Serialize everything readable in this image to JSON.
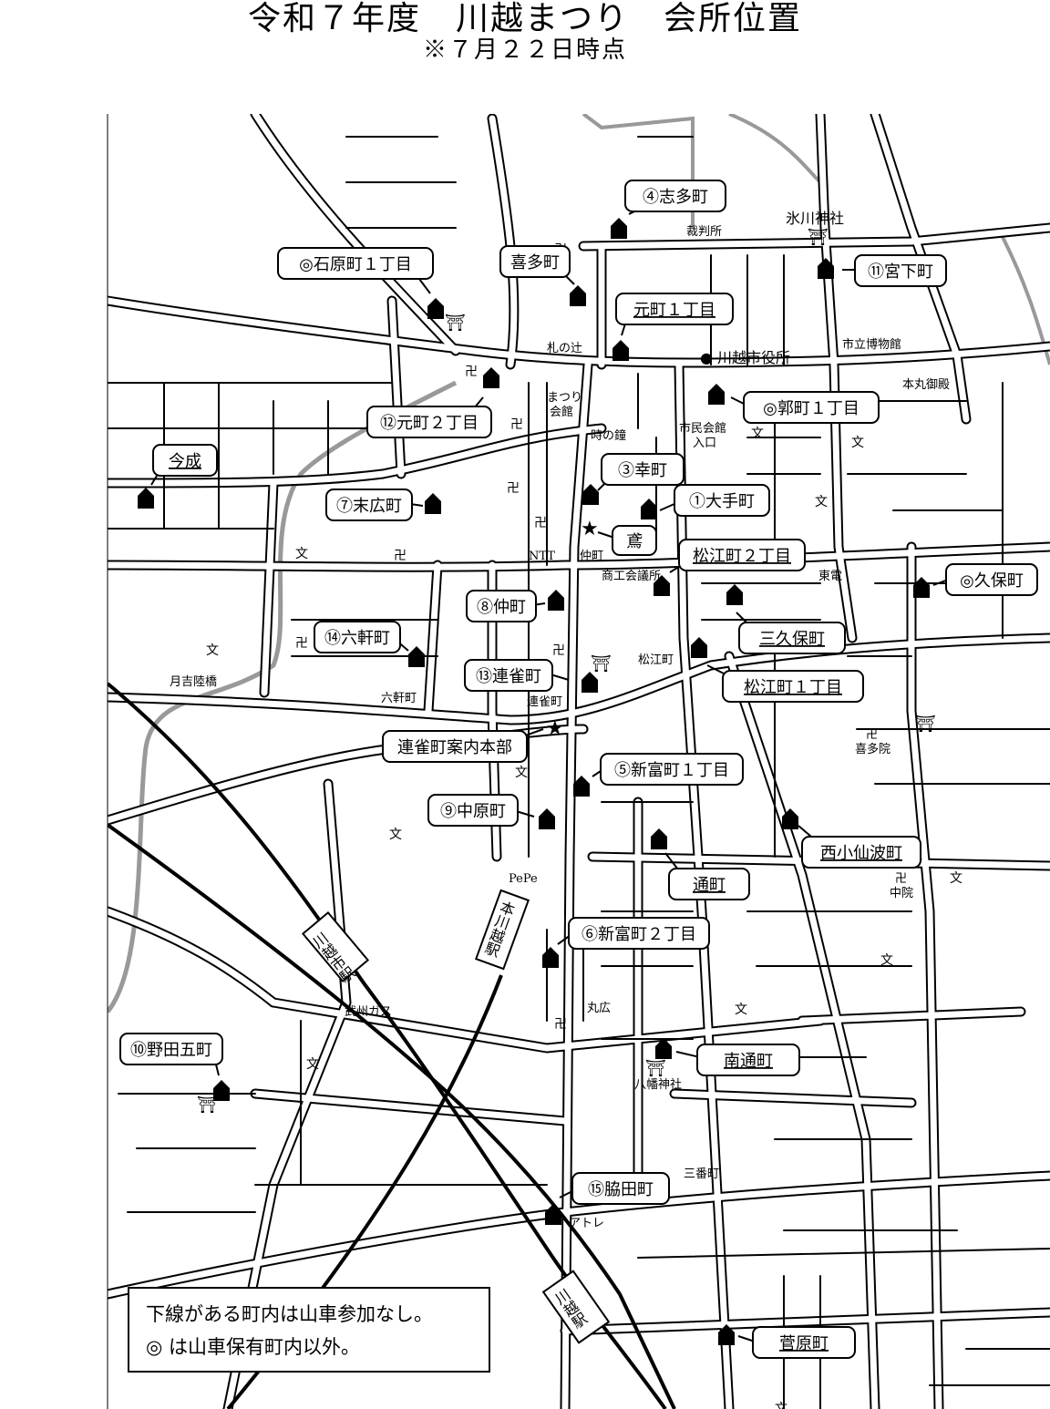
{
  "title": "令和７年度　川越まつり　会所位置",
  "subtitle": "※７月２２日時点",
  "legend": {
    "line1": "下線がある町内は山車参加なし。",
    "line2": "◎ は山車保有町内以外。"
  },
  "callouts": [
    {
      "id": "shita",
      "label": "④志多町",
      "underline": false
    },
    {
      "id": "kita",
      "label": "喜多町",
      "underline": false
    },
    {
      "id": "ishiwara",
      "label": "◎石原町１丁目",
      "underline": false
    },
    {
      "id": "motomachi1",
      "label": "元町１丁目",
      "underline": true
    },
    {
      "id": "miyashita",
      "label": "⑪宮下町",
      "underline": false
    },
    {
      "id": "kuruwa",
      "label": "◎郭町１丁目",
      "underline": false
    },
    {
      "id": "motomachi2",
      "label": "⑫元町２丁目",
      "underline": false
    },
    {
      "id": "imanari",
      "label": "今成",
      "underline": true
    },
    {
      "id": "saiwai",
      "label": "③幸町",
      "underline": false
    },
    {
      "id": "suehiro",
      "label": "⑦末広町",
      "underline": false
    },
    {
      "id": "ote",
      "label": "①大手町",
      "underline": false
    },
    {
      "id": "tobi",
      "label": "鳶",
      "underline": false
    },
    {
      "id": "matsue2",
      "label": "松江町２丁目",
      "underline": true
    },
    {
      "id": "kubo",
      "label": "◎久保町",
      "underline": false
    },
    {
      "id": "naka",
      "label": "⑧仲町",
      "underline": false
    },
    {
      "id": "sankubo",
      "label": "三久保町",
      "underline": true
    },
    {
      "id": "rokken",
      "label": "⑭六軒町",
      "underline": false
    },
    {
      "id": "renjaku",
      "label": "⑬連雀町",
      "underline": false
    },
    {
      "id": "matsue1",
      "label": "松江町１丁目",
      "underline": true
    },
    {
      "id": "renjakuhq",
      "label": "連雀町案内本部",
      "underline": false
    },
    {
      "id": "shintomi1",
      "label": "⑤新富町１丁目",
      "underline": false
    },
    {
      "id": "nakahara",
      "label": "⑨中原町",
      "underline": false
    },
    {
      "id": "nishikosenba",
      "label": "西小仙波町",
      "underline": true
    },
    {
      "id": "toori",
      "label": "通町",
      "underline": true
    },
    {
      "id": "shintomi2",
      "label": "⑥新富町２丁目",
      "underline": false
    },
    {
      "id": "noda",
      "label": "⑩野田五町",
      "underline": false
    },
    {
      "id": "minamitoori",
      "label": "南通町",
      "underline": true
    },
    {
      "id": "wakita",
      "label": "⑮脇田町",
      "underline": false
    },
    {
      "id": "sugahara",
      "label": "菅原町",
      "underline": true
    }
  ],
  "landmarks": {
    "hikawa": "氷川神社",
    "saibansho": "裁判所",
    "shiyakusho": "● 川越市役所",
    "fudanotsuji": "札の辻",
    "shiritsu": "市立博物館",
    "honmaru": "本丸御殿",
    "matsurikaikan1": "まつり",
    "matsurikaikan2": "会館",
    "tokinokane": "時の鐘",
    "shimin1": "市民会館",
    "shimin2": "入口",
    "ntt": "NTT",
    "nakacho": "仲町",
    "shoko": "商工会議所",
    "toden": "東電",
    "matsuecho": "松江町",
    "tsukiyoshi": "月吉陸橋",
    "rokkencho": "六軒町",
    "renjakucho": "連雀町",
    "kitain1": "卍",
    "kitain2": "喜多院",
    "chuin1": "卍",
    "chuin2": "中院",
    "pepe": "PePe",
    "hon_kawagoe": "本川越駅",
    "kawagoeshi": "川越市駅",
    "bushu": "武州ガス",
    "marubiro": "丸広",
    "hachiman": "八幡神社",
    "sanbancho": "三番町",
    "atore": "アトレ",
    "kawagoe": "川越駅",
    "bun": "文",
    "tera": "卍",
    "shrine": "⛩"
  }
}
